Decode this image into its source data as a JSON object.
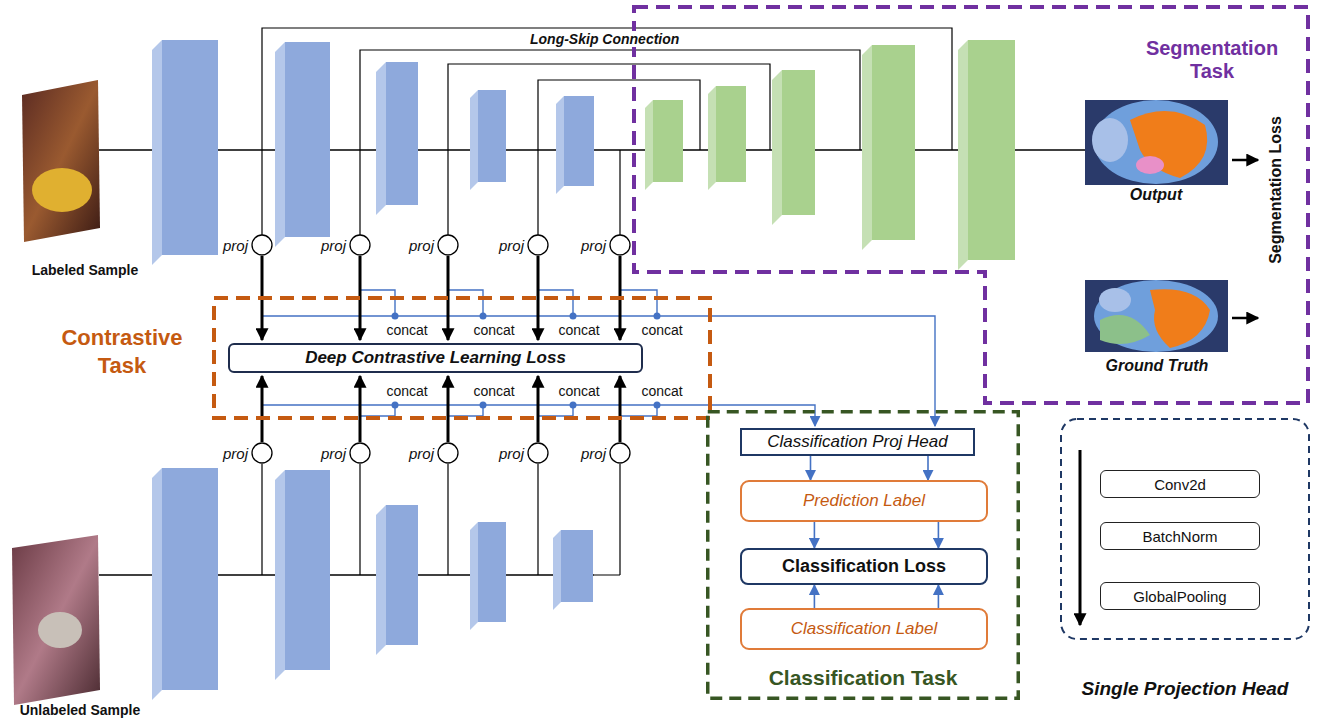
{
  "diagram": {
    "nodes": [
      {
        "text": [
          "Segmentation Task"
        ]
      },
      {
        "text": [
          "Contrastive Task"
        ]
      },
      {
        "text": [
          "Deep Contrastive Learning Loss"
        ],
        "in": 1
      },
      {
        "text": [
          "Classification Task"
        ]
      },
      {
        "text": [
          "Classification Proj Head"
        ],
        "in": 3
      },
      {
        "text": [
          "Prediction Label"
        ],
        "in": 3
      },
      {
        "text": [
          "Classification Loss"
        ],
        "in": 3
      },
      {
        "text": [
          "Classification Label"
        ],
        "in": 3
      },
      {
        "text": [
          "Single Projection Head"
        ]
      },
      {
        "text": [
          "Conv2d"
        ],
        "in": 8
      },
      {
        "text": [
          "BatchNorm"
        ],
        "in": 8
      },
      {
        "text": [
          "GlobalPooling"
        ],
        "in": 8
      }
    ],
    "edges": [
      {
        "from": 4,
        "to": 5,
        "arrow": "to"
      },
      {
        "from": 4,
        "to": 5,
        "arrow": "to"
      },
      {
        "from": 5,
        "to": 6,
        "arrow": "to"
      },
      {
        "from": 5,
        "to": 6,
        "arrow": "to"
      },
      {
        "from": 7,
        "to": 6,
        "arrow": "to"
      },
      {
        "from": 7,
        "to": 6,
        "arrow": "to"
      }
    ],
    "labels": [
      "Long-Skip Connection",
      "Labeled Sample",
      "Unlabeled Sample",
      "Output",
      "Ground Truth",
      "Segmentation Loss",
      "proj",
      "proj",
      "proj",
      "proj",
      "proj",
      "concat",
      "concat",
      "concat",
      "concat",
      "concat",
      "concat",
      "concat",
      "concat",
      "proj",
      "proj",
      "proj",
      "proj",
      "proj"
    ]
  }
}
